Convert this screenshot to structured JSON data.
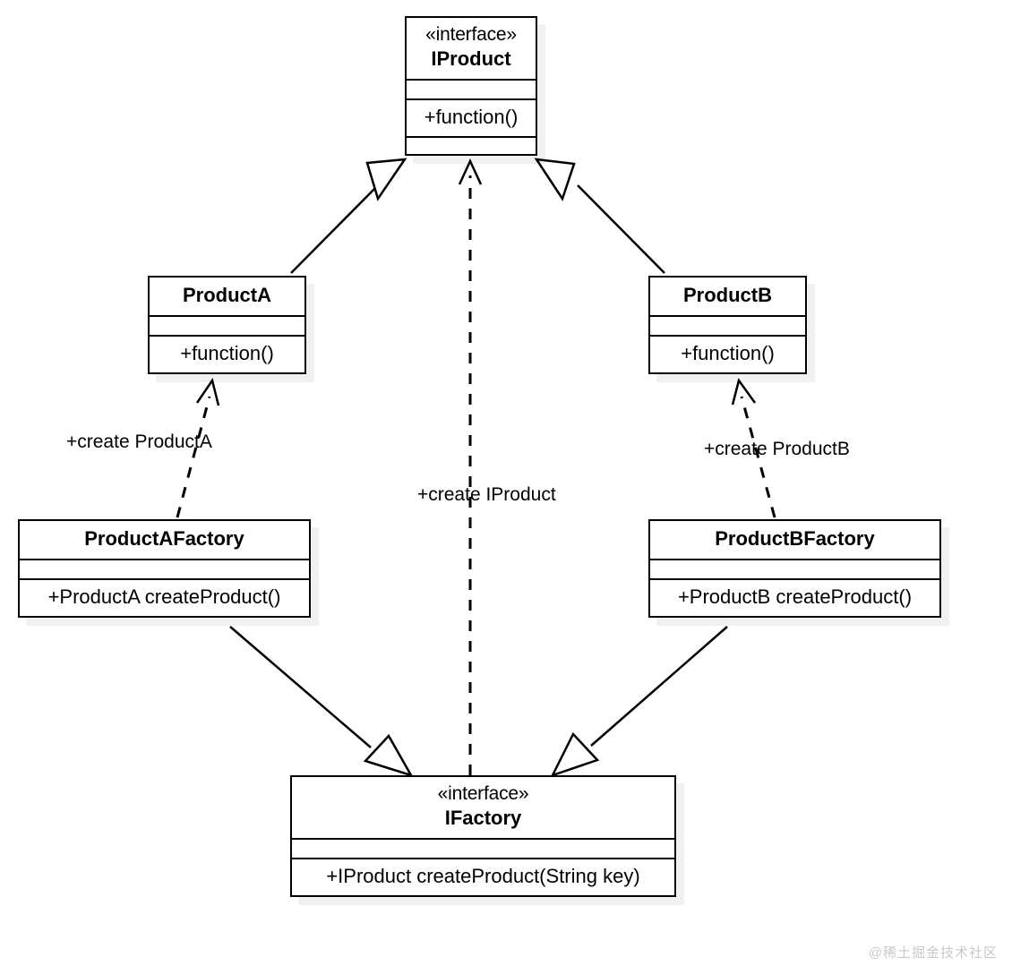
{
  "diagram": {
    "title": "Factory Method Pattern UML Class Diagram",
    "stroke_color": "#000000",
    "background_color": "#ffffff",
    "shadow_color": "#f0f0f0",
    "watermark": "@稀土掘金技术社区",
    "classes": [
      {
        "id": "iproduct",
        "stereotype": "«interface»",
        "name": "IProduct",
        "attributes": [],
        "methods": [
          "+function()"
        ],
        "has_tail_compartment": true
      },
      {
        "id": "producta",
        "stereotype": "",
        "name": "ProductA",
        "attributes": [],
        "methods": [
          "+function()"
        ],
        "has_tail_compartment": false
      },
      {
        "id": "productb",
        "stereotype": "",
        "name": "ProductB",
        "attributes": [],
        "methods": [
          "+function()"
        ],
        "has_tail_compartment": false
      },
      {
        "id": "productafactory",
        "stereotype": "",
        "name": "ProductAFactory",
        "attributes": [],
        "methods": [
          "+ProductA createProduct()"
        ],
        "has_tail_compartment": false
      },
      {
        "id": "productbfactory",
        "stereotype": "",
        "name": "ProductBFactory",
        "attributes": [],
        "methods": [
          "+ProductB createProduct()"
        ],
        "has_tail_compartment": false
      },
      {
        "id": "ifactory",
        "stereotype": "«interface»",
        "name": "IFactory",
        "attributes": [],
        "methods": [
          "+IProduct createProduct(String key)"
        ],
        "has_tail_compartment": false
      }
    ],
    "relationships": [
      {
        "id": "rel-producta-iproduct",
        "from": "ProductA",
        "to": "IProduct",
        "type": "realization-solid-hollow-triangle",
        "label": ""
      },
      {
        "id": "rel-productb-iproduct",
        "from": "ProductB",
        "to": "IProduct",
        "type": "realization-solid-hollow-triangle",
        "label": ""
      },
      {
        "id": "rel-ifactory-iproduct",
        "from": "IFactory",
        "to": "IProduct",
        "type": "dependency-dashed-open-arrow",
        "label": "+create IProduct"
      },
      {
        "id": "rel-productafactory-producta",
        "from": "ProductAFactory",
        "to": "ProductA",
        "type": "dependency-dashed-open-arrow",
        "label": "+create ProductA"
      },
      {
        "id": "rel-productbfactory-productb",
        "from": "ProductBFactory",
        "to": "ProductB",
        "type": "dependency-dashed-open-arrow",
        "label": "+create ProductB"
      },
      {
        "id": "rel-productafactory-ifactory",
        "from": "ProductAFactory",
        "to": "IFactory",
        "type": "realization-solid-hollow-triangle",
        "label": ""
      },
      {
        "id": "rel-productbfactory-ifactory",
        "from": "ProductBFactory",
        "to": "IFactory",
        "type": "realization-solid-hollow-triangle",
        "label": ""
      }
    ],
    "labels": {
      "create_producta": "+create ProductA",
      "create_productb": "+create ProductB",
      "create_iproduct": "+create IProduct"
    }
  }
}
